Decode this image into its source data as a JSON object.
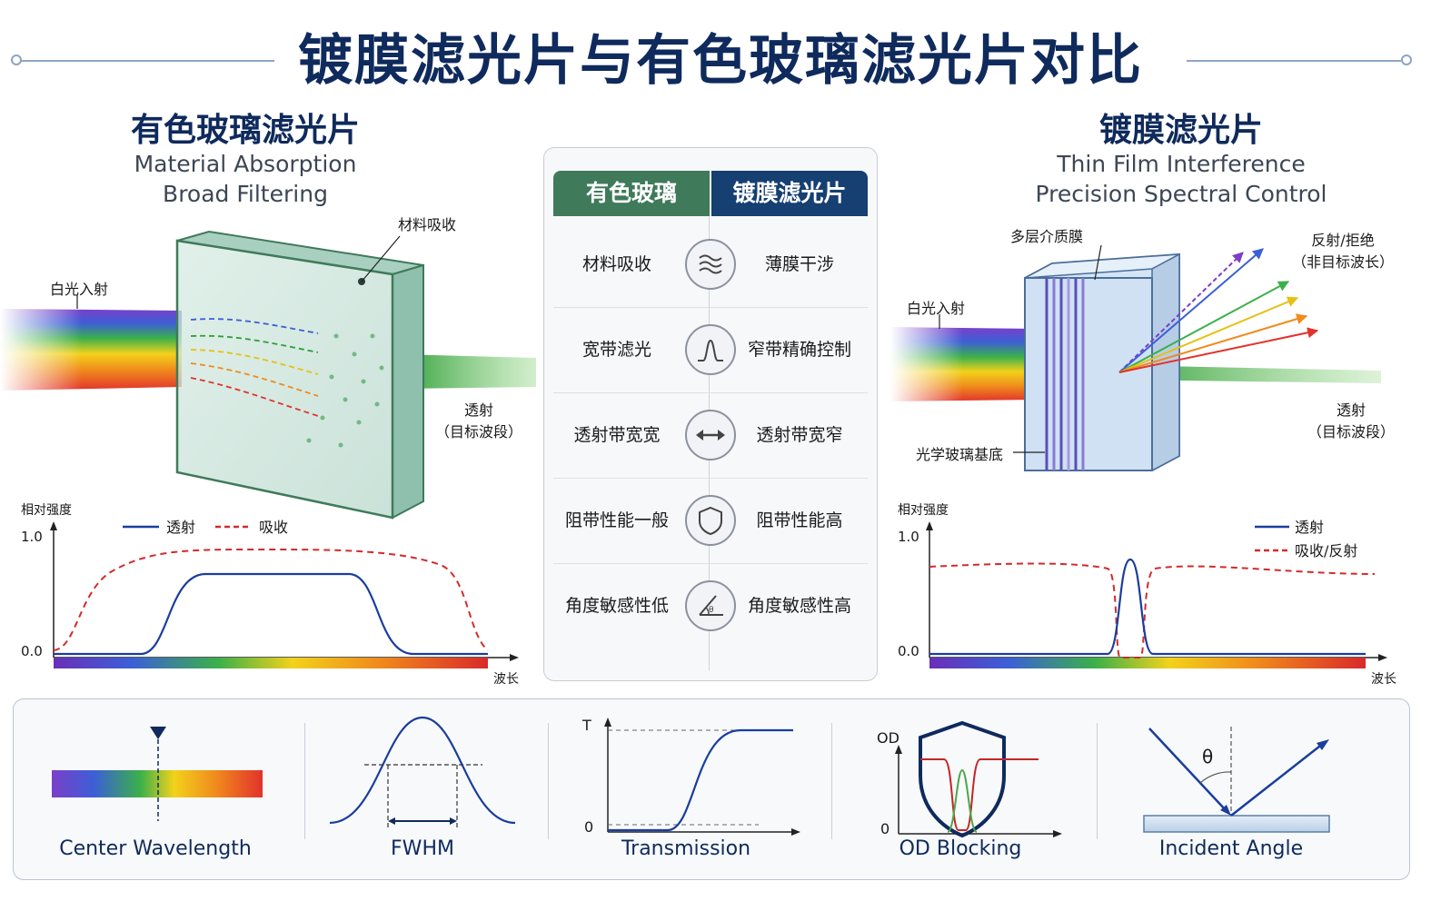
{
  "title": "镀膜滤光片与有色玻璃滤光片对比",
  "left": {
    "title": "有色玻璃滤光片",
    "subtitle_1": "Material Absorption",
    "subtitle_2": "Broad Filtering",
    "label_absorption": "材料吸收",
    "label_incident": "白光入射",
    "label_transmit_1": "透射",
    "label_transmit_2": "（目标波段）",
    "chart": {
      "ylabel": "相对强度",
      "y_top": "1.0",
      "y_bottom": "0.0",
      "xlabel": "波长",
      "legend_transmit": "透射",
      "legend_absorb": "吸收"
    }
  },
  "right": {
    "title": "镀膜滤光片",
    "subtitle_1": "Thin Film Interference",
    "subtitle_2": "Precision Spectral Control",
    "label_multilayer": "多层介质膜",
    "label_reflect_1": "反射/拒绝",
    "label_reflect_2": "（非目标波长）",
    "label_incident": "白光入射",
    "label_substrate": "光学玻璃基底",
    "label_transmit_1": "透射",
    "label_transmit_2": "（目标波段）",
    "chart": {
      "ylabel": "相对强度",
      "y_top": "1.0",
      "y_bottom": "0.0",
      "xlabel": "波长",
      "legend_transmit": "透射",
      "legend_absorb": "吸收/反射"
    }
  },
  "comparison": {
    "header_left": "有色玻璃",
    "header_right": "镀膜滤光片",
    "rows": [
      {
        "left": "材料吸收",
        "icon": "waves-icon",
        "right": "薄膜干涉"
      },
      {
        "left": "宽带滤光",
        "icon": "bell-curve-icon",
        "right": "窄带精确控制"
      },
      {
        "left": "透射带宽宽",
        "icon": "double-arrow-icon",
        "right": "透射带宽窄"
      },
      {
        "left": "阻带性能一般",
        "icon": "shield-icon",
        "right": "阻带性能高"
      },
      {
        "left": "角度敏感性低",
        "icon": "angle-icon",
        "right": "角度敏感性高"
      }
    ]
  },
  "parameters": {
    "center_wavelength": "Center Wavelength",
    "fwhm": "FWHM",
    "transmission": "Transmission",
    "transmission_t": "T",
    "transmission_zero": "0",
    "od_blocking": "OD Blocking",
    "od_label": "OD",
    "od_zero": "0",
    "incident_angle": "Incident Angle",
    "theta": "θ"
  },
  "colors": {
    "title_navy": "#0f2a5c",
    "transmit_blue": "#1a3d9e",
    "absorb_red": "#d42a2a",
    "glass_green": "#3f7a5a",
    "coating_navy": "#163f72"
  }
}
